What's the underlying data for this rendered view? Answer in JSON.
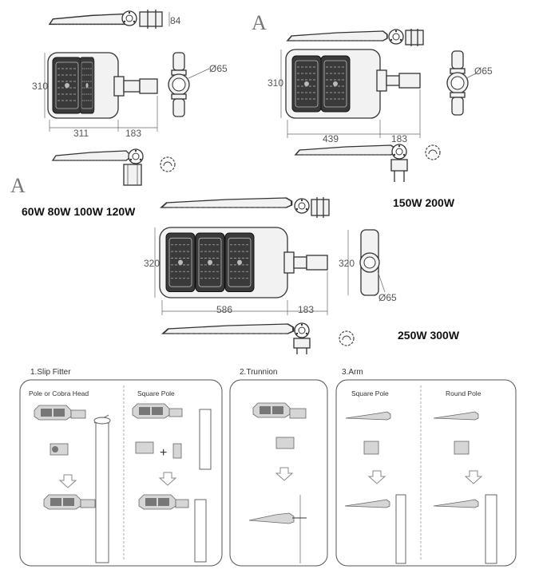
{
  "variant_marker": "A",
  "sizes": {
    "small": {
      "wattage": "60W 80W 100W 120W",
      "height": "310",
      "body_width": "311",
      "arm_length": "183",
      "bracket_size": "84",
      "diameter": "Ø65"
    },
    "medium": {
      "wattage": "150W 200W",
      "height": "310",
      "body_width": "439",
      "arm_length": "183",
      "diameter": "Ø65"
    },
    "large": {
      "wattage": "250W 300W",
      "height": "320",
      "body_width": "586",
      "arm_length": "183",
      "side_height": "320",
      "diameter": "Ø65"
    }
  },
  "installation": {
    "slip_fitter": {
      "title": "1.Slip Fitter",
      "options": [
        "Pole or Cobra Head",
        "Square Pole"
      ]
    },
    "trunnion": {
      "title": "2.Trunnion"
    },
    "arm": {
      "title": "3.Arm",
      "options": [
        "Square Pole",
        "Round Pole"
      ]
    }
  },
  "colors": {
    "line": "#333333",
    "led_panel": "#3a3a3a",
    "box_border": "#555555"
  }
}
